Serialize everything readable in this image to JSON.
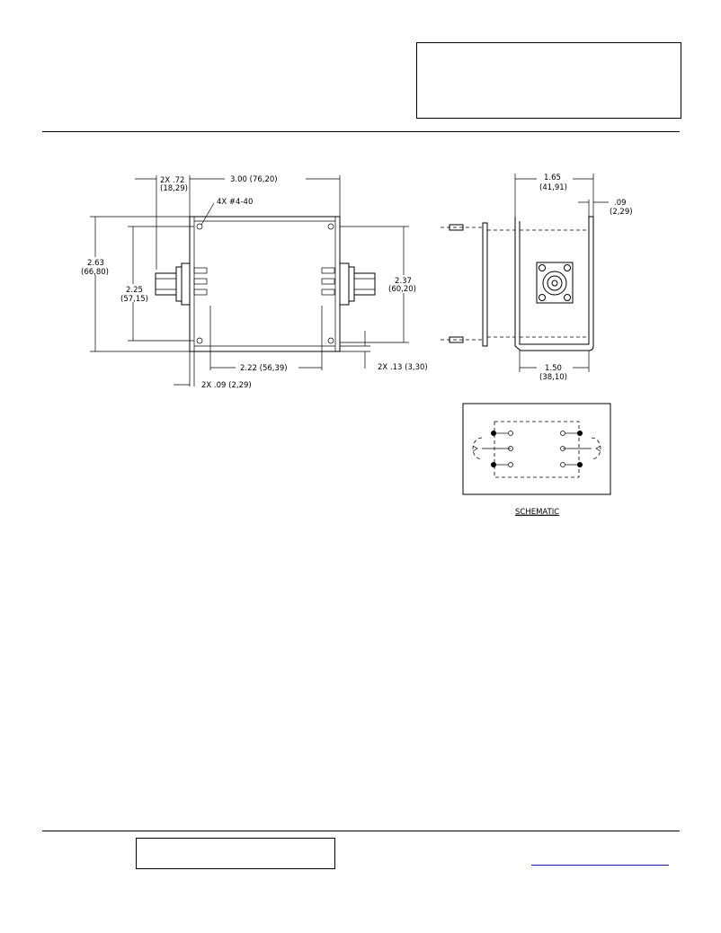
{
  "header": {
    "title_box_text": ""
  },
  "front_view": {
    "dim_width": "3.00 (76,20)",
    "dim_offset_line1": "2X .72",
    "dim_offset_line2": "(18,29)",
    "dim_holes": "4X #4-40",
    "dim_height_line1": "2.63",
    "dim_height_line2": "(66,80)",
    "dim_inner_height_line1": "2.25",
    "dim_inner_height_line2": "(57,15)",
    "dim_right_height_line1": "2.37",
    "dim_right_height_line2": "(60,20)",
    "dim_connector_spacing": "2.22 (56,39)",
    "dim_bottom_offset": "2X .13 (3,30)",
    "dim_flange": "2X .09 (2,29)"
  },
  "side_view": {
    "dim_depth_line1": "1.65",
    "dim_depth_line2": "(41,91)",
    "dim_lip_line1": ".09",
    "dim_lip_line2": "(2,29)",
    "dim_base_line1": "1.50",
    "dim_base_line2": "(38,10)"
  },
  "schematic": {
    "caption": "SCHEMATIC"
  },
  "footer": {
    "box_text": "",
    "link_text": ""
  },
  "colors": {
    "line": "#000000",
    "link": "#1a1aa8"
  }
}
